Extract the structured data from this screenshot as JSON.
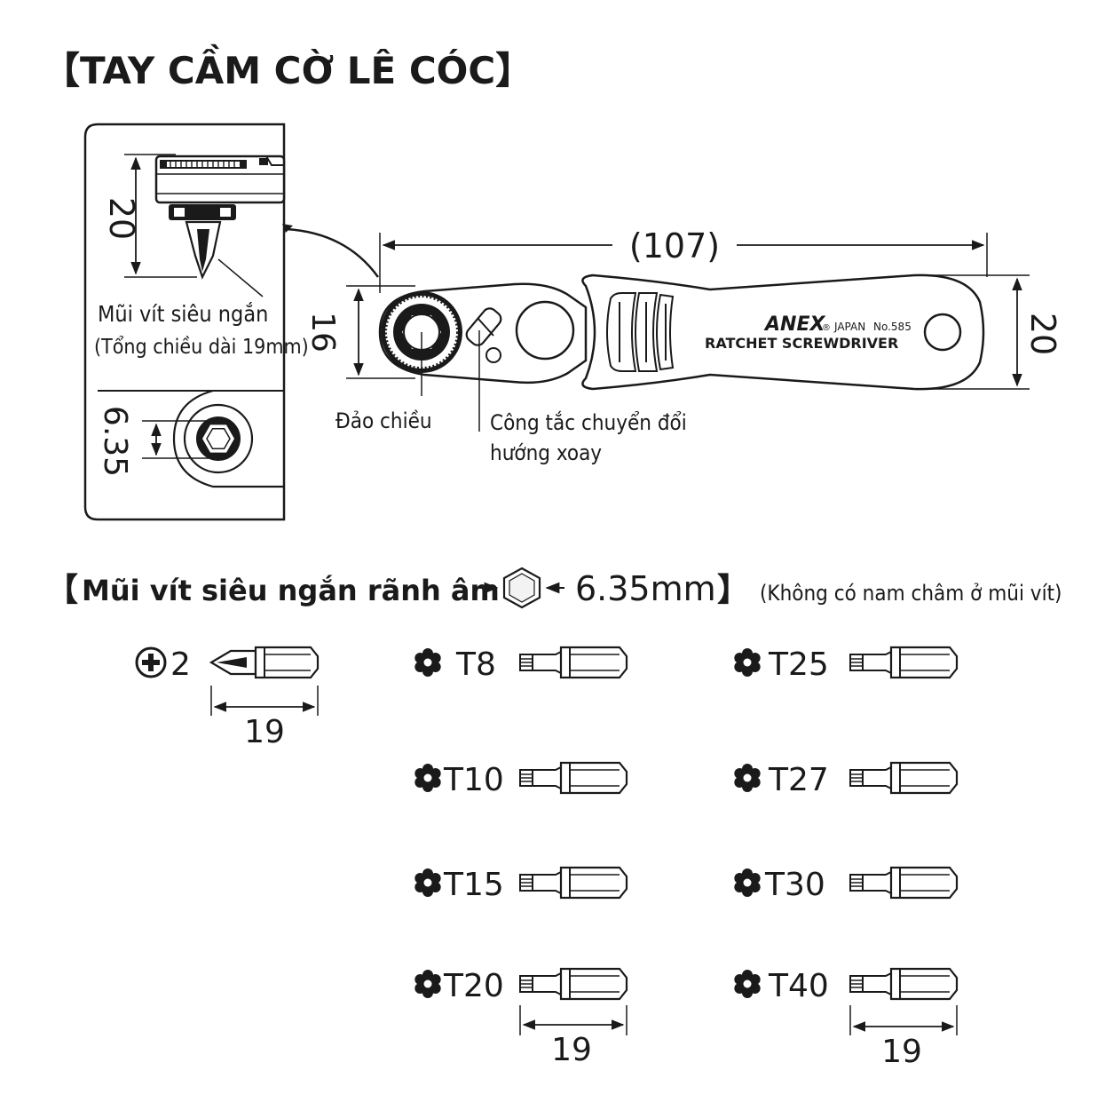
{
  "title": "【TAY CẦM CỜ LÊ CÓC】",
  "handle": {
    "dim_overall_length": "(107)",
    "dim_head_height": "16",
    "dim_handle_height": "20",
    "brand": "ANEX",
    "brand_mark": "®",
    "origin": "JAPAN",
    "model": "No.585",
    "product_name": "RATCHET SCREWDRIVER",
    "label_reverse": "Đảo chiều",
    "label_switch_line1": "Công tắc chuyển đổi",
    "label_switch_line2": "hướng xoay"
  },
  "inset": {
    "dim_height": "20",
    "dim_socket": "6.35",
    "caption_line1": "Mũi vít siêu ngắn",
    "caption_line2": "(Tổng chiều dài 19mm)"
  },
  "bits_section": {
    "open_bracket": "【",
    "title": "Mũi vít siêu ngắn rãnh âm",
    "hex_size": "6.35mm",
    "close_bracket": "】",
    "note": "(Không có nam châm ở mũi vít)"
  },
  "bits": [
    {
      "name": "phillips-2",
      "label": "2",
      "icon": "phillips-icon"
    },
    {
      "name": "torx-t8",
      "label": "T8",
      "icon": "torx-icon"
    },
    {
      "name": "torx-t25",
      "label": "T25",
      "icon": "torx-icon"
    },
    {
      "name": "torx-t10",
      "label": "T10",
      "icon": "torx-icon"
    },
    {
      "name": "torx-t27",
      "label": "T27",
      "icon": "torx-icon"
    },
    {
      "name": "torx-t15",
      "label": "T15",
      "icon": "torx-icon"
    },
    {
      "name": "torx-t30",
      "label": "T30",
      "icon": "torx-icon"
    },
    {
      "name": "torx-t20",
      "label": "T20",
      "icon": "torx-icon"
    },
    {
      "name": "torx-t40",
      "label": "T40",
      "icon": "torx-icon"
    }
  ],
  "bit_length_dims": [
    "19",
    "19",
    "19"
  ],
  "colors": {
    "ink": "#1a1a1a",
    "background": "#ffffff",
    "fill_light": "#f3f3f3"
  }
}
